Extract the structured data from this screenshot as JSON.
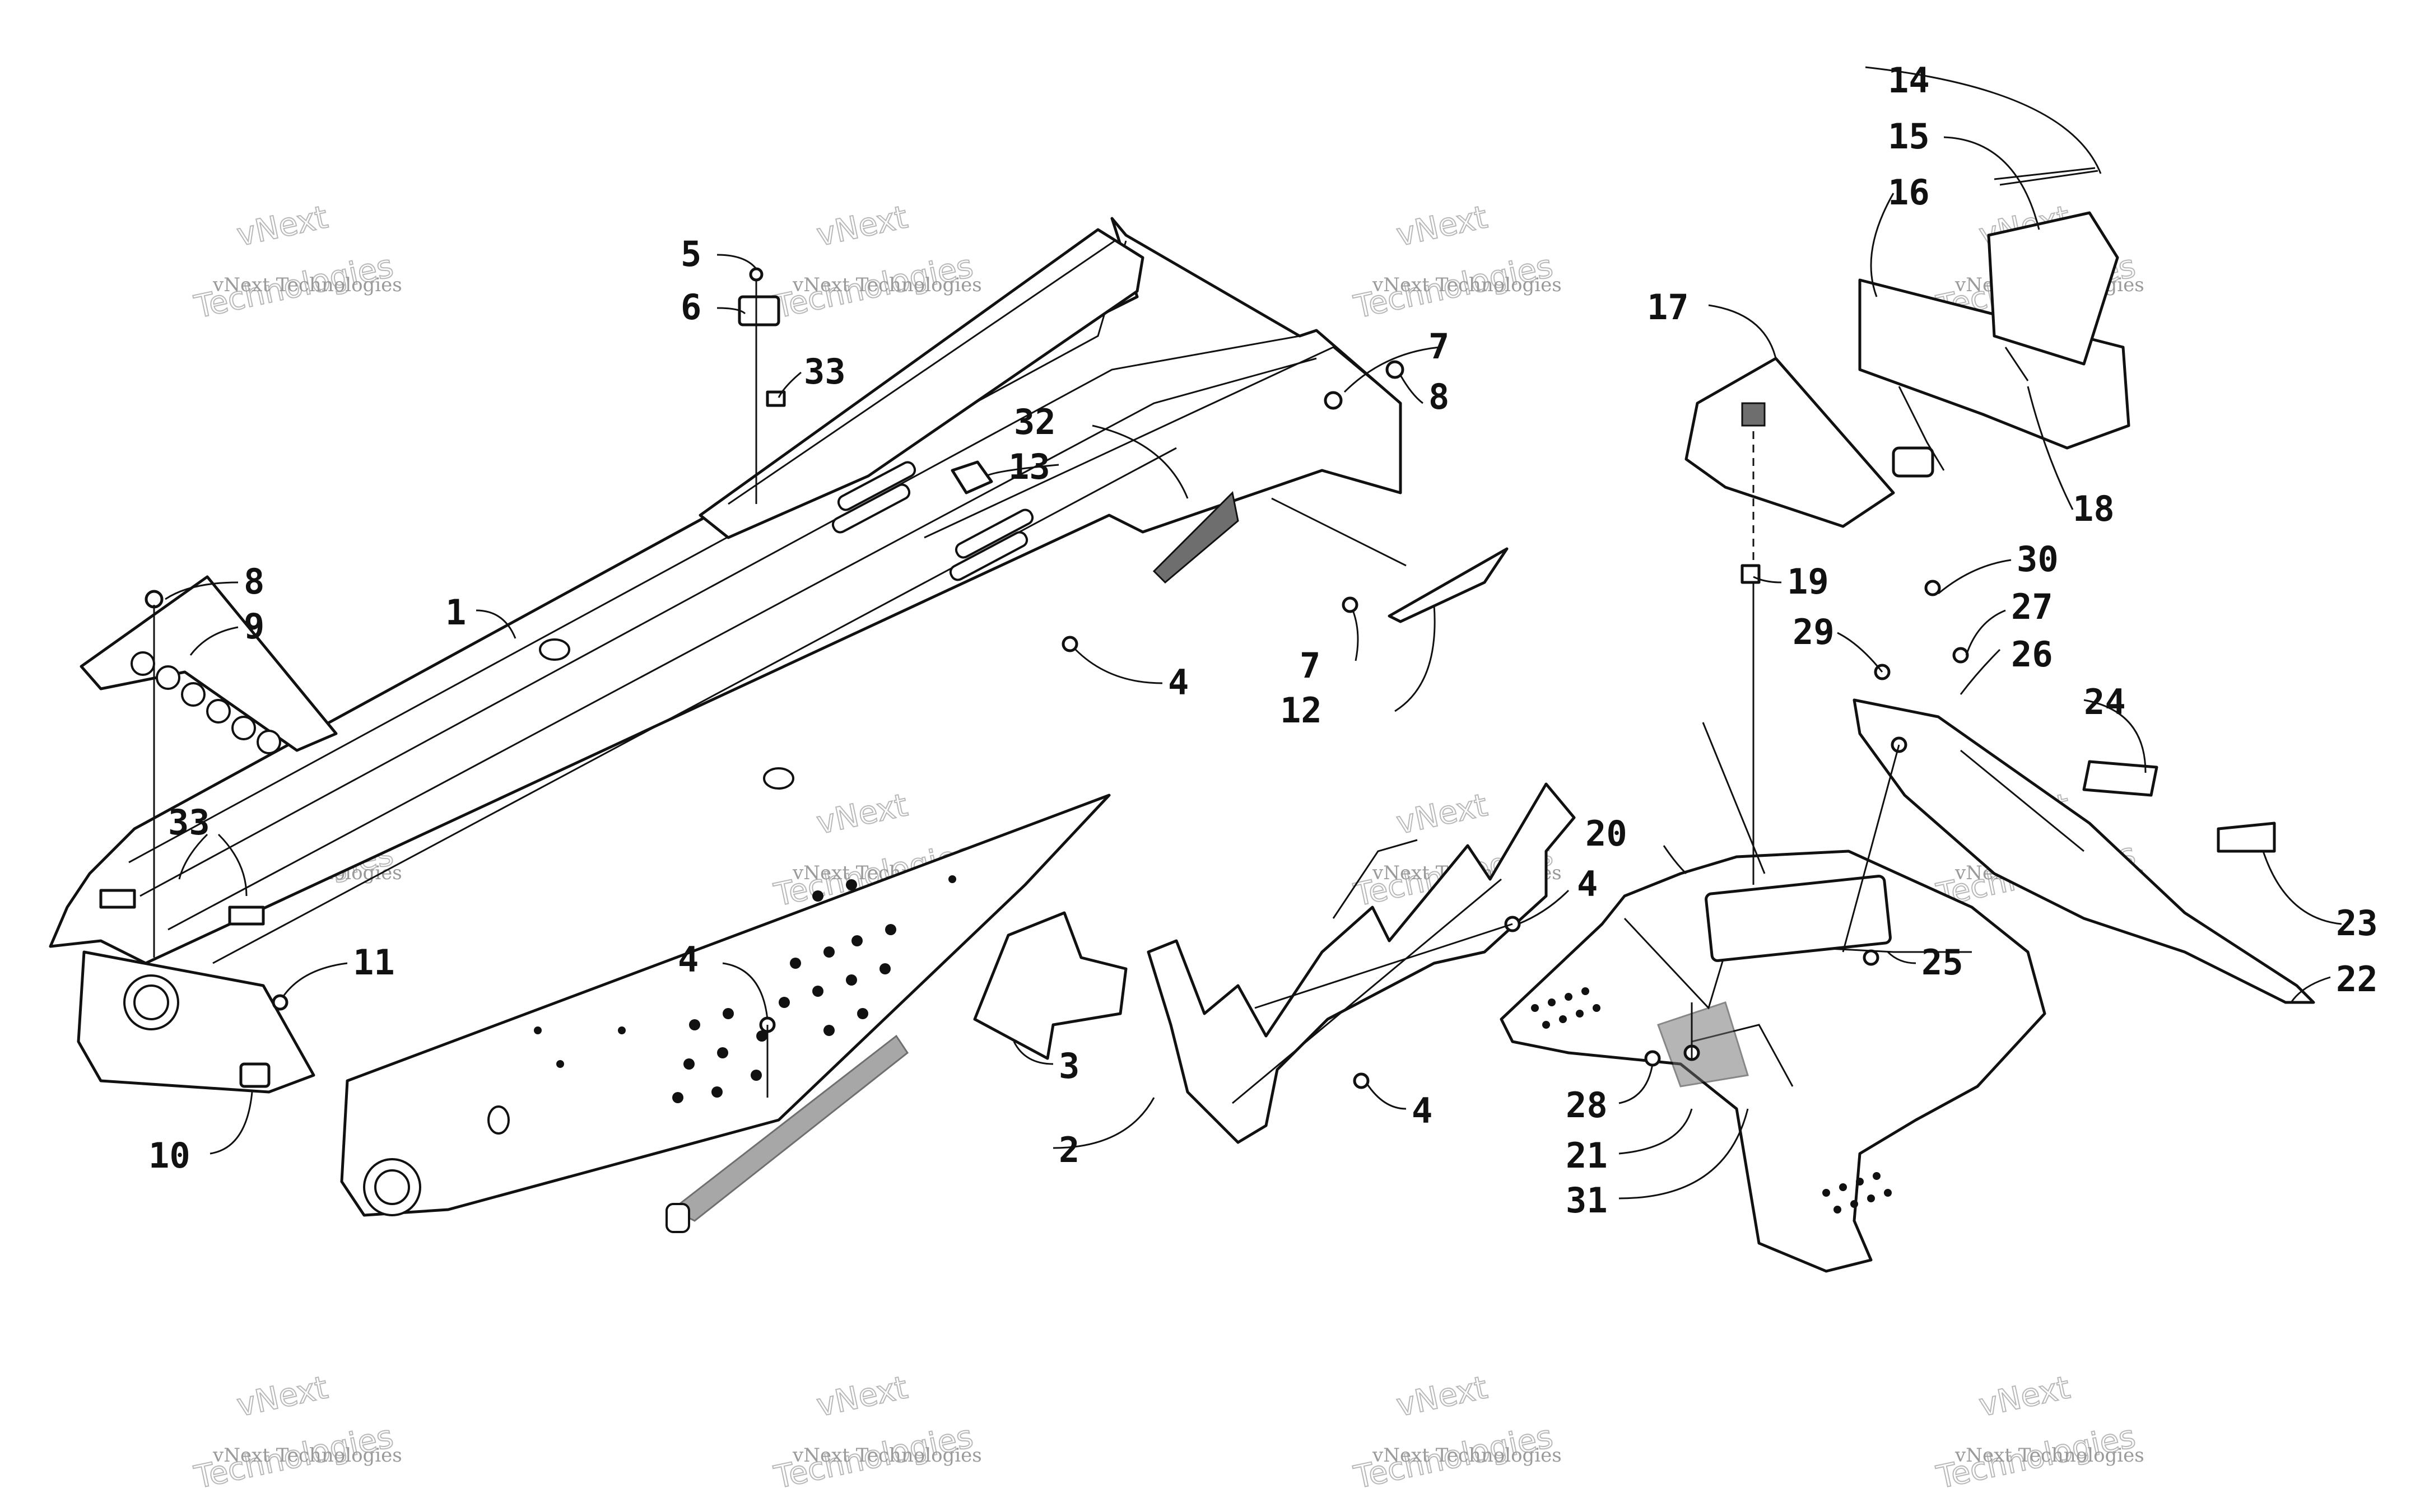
{
  "callouts": [
    {
      "id": "c1",
      "label": "1"
    },
    {
      "id": "c2",
      "label": "2"
    },
    {
      "id": "c3",
      "label": "3"
    },
    {
      "id": "c4a",
      "label": "4"
    },
    {
      "id": "c4b",
      "label": "4"
    },
    {
      "id": "c4c",
      "label": "4"
    },
    {
      "id": "c4d",
      "label": "4"
    },
    {
      "id": "c5",
      "label": "5"
    },
    {
      "id": "c6",
      "label": "6"
    },
    {
      "id": "c7a",
      "label": "7"
    },
    {
      "id": "c7b",
      "label": "7"
    },
    {
      "id": "c8a",
      "label": "8"
    },
    {
      "id": "c8b",
      "label": "8"
    },
    {
      "id": "c9",
      "label": "9"
    },
    {
      "id": "c10",
      "label": "10"
    },
    {
      "id": "c11",
      "label": "11"
    },
    {
      "id": "c12",
      "label": "12"
    },
    {
      "id": "c13",
      "label": "13"
    },
    {
      "id": "c14",
      "label": "14"
    },
    {
      "id": "c15",
      "label": "15"
    },
    {
      "id": "c16",
      "label": "16"
    },
    {
      "id": "c17",
      "label": "17"
    },
    {
      "id": "c18",
      "label": "18"
    },
    {
      "id": "c19",
      "label": "19"
    },
    {
      "id": "c20",
      "label": "20"
    },
    {
      "id": "c21",
      "label": "21"
    },
    {
      "id": "c22",
      "label": "22"
    },
    {
      "id": "c23",
      "label": "23"
    },
    {
      "id": "c24",
      "label": "24"
    },
    {
      "id": "c25",
      "label": "25"
    },
    {
      "id": "c26",
      "label": "26"
    },
    {
      "id": "c27",
      "label": "27"
    },
    {
      "id": "c28",
      "label": "28"
    },
    {
      "id": "c29",
      "label": "29"
    },
    {
      "id": "c30",
      "label": "30"
    },
    {
      "id": "c31",
      "label": "31"
    },
    {
      "id": "c32",
      "label": "32"
    },
    {
      "id": "c33a",
      "label": "33"
    },
    {
      "id": "c33b",
      "label": "33"
    }
  ],
  "watermark": {
    "line1": "vNext Technologies",
    "line2_a": "vNext",
    "line2_b": "Technologies"
  }
}
